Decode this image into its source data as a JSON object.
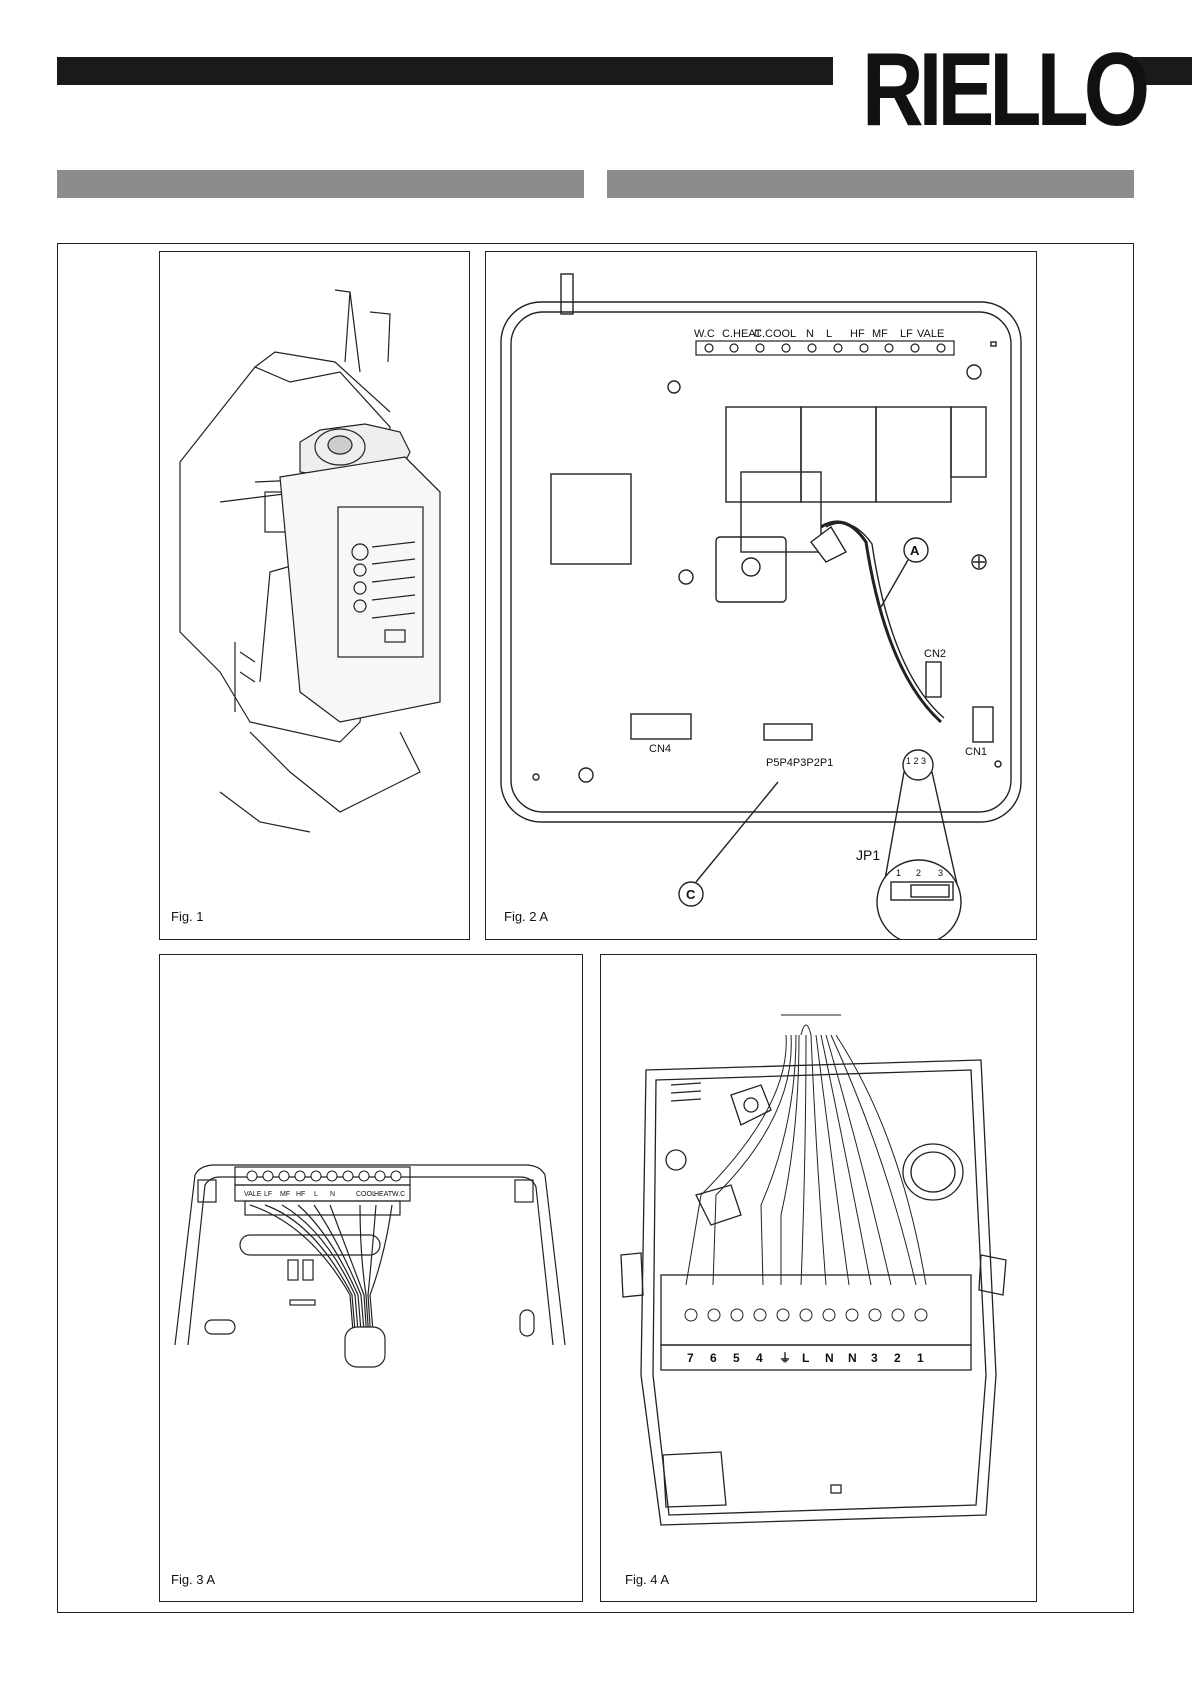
{
  "header": {
    "brand": "RIELLO"
  },
  "figures": {
    "fig1": {
      "caption": "Fig. 1"
    },
    "fig2a": {
      "caption": "Fig. 2 A",
      "terminal_labels": [
        "W.C",
        "C.HEAT",
        "C.COOL",
        "N",
        "L",
        "HF",
        "MF",
        "LF",
        "VALE"
      ],
      "callout_a": "A",
      "callout_c": "C",
      "cn1": "CN1",
      "cn2": "CN2",
      "cn4": "CN4",
      "p_pins": "P5P4P3P2P1",
      "jp1_small": "1 2 3",
      "jp1": "JP1",
      "jp1_pins": [
        "1",
        "2",
        "3"
      ]
    },
    "fig3a": {
      "caption": "Fig. 3 A",
      "terminal_labels": [
        "VALE",
        "LF",
        "MF",
        "HF",
        "L",
        "N",
        "",
        "COOL",
        "HEAT",
        "W.C"
      ]
    },
    "fig4a": {
      "caption": "Fig. 4 A",
      "terminal_numbers": [
        "7",
        "6",
        "5",
        "4",
        "⏚",
        "L",
        "N",
        "N",
        "3",
        "2",
        "1"
      ]
    }
  }
}
